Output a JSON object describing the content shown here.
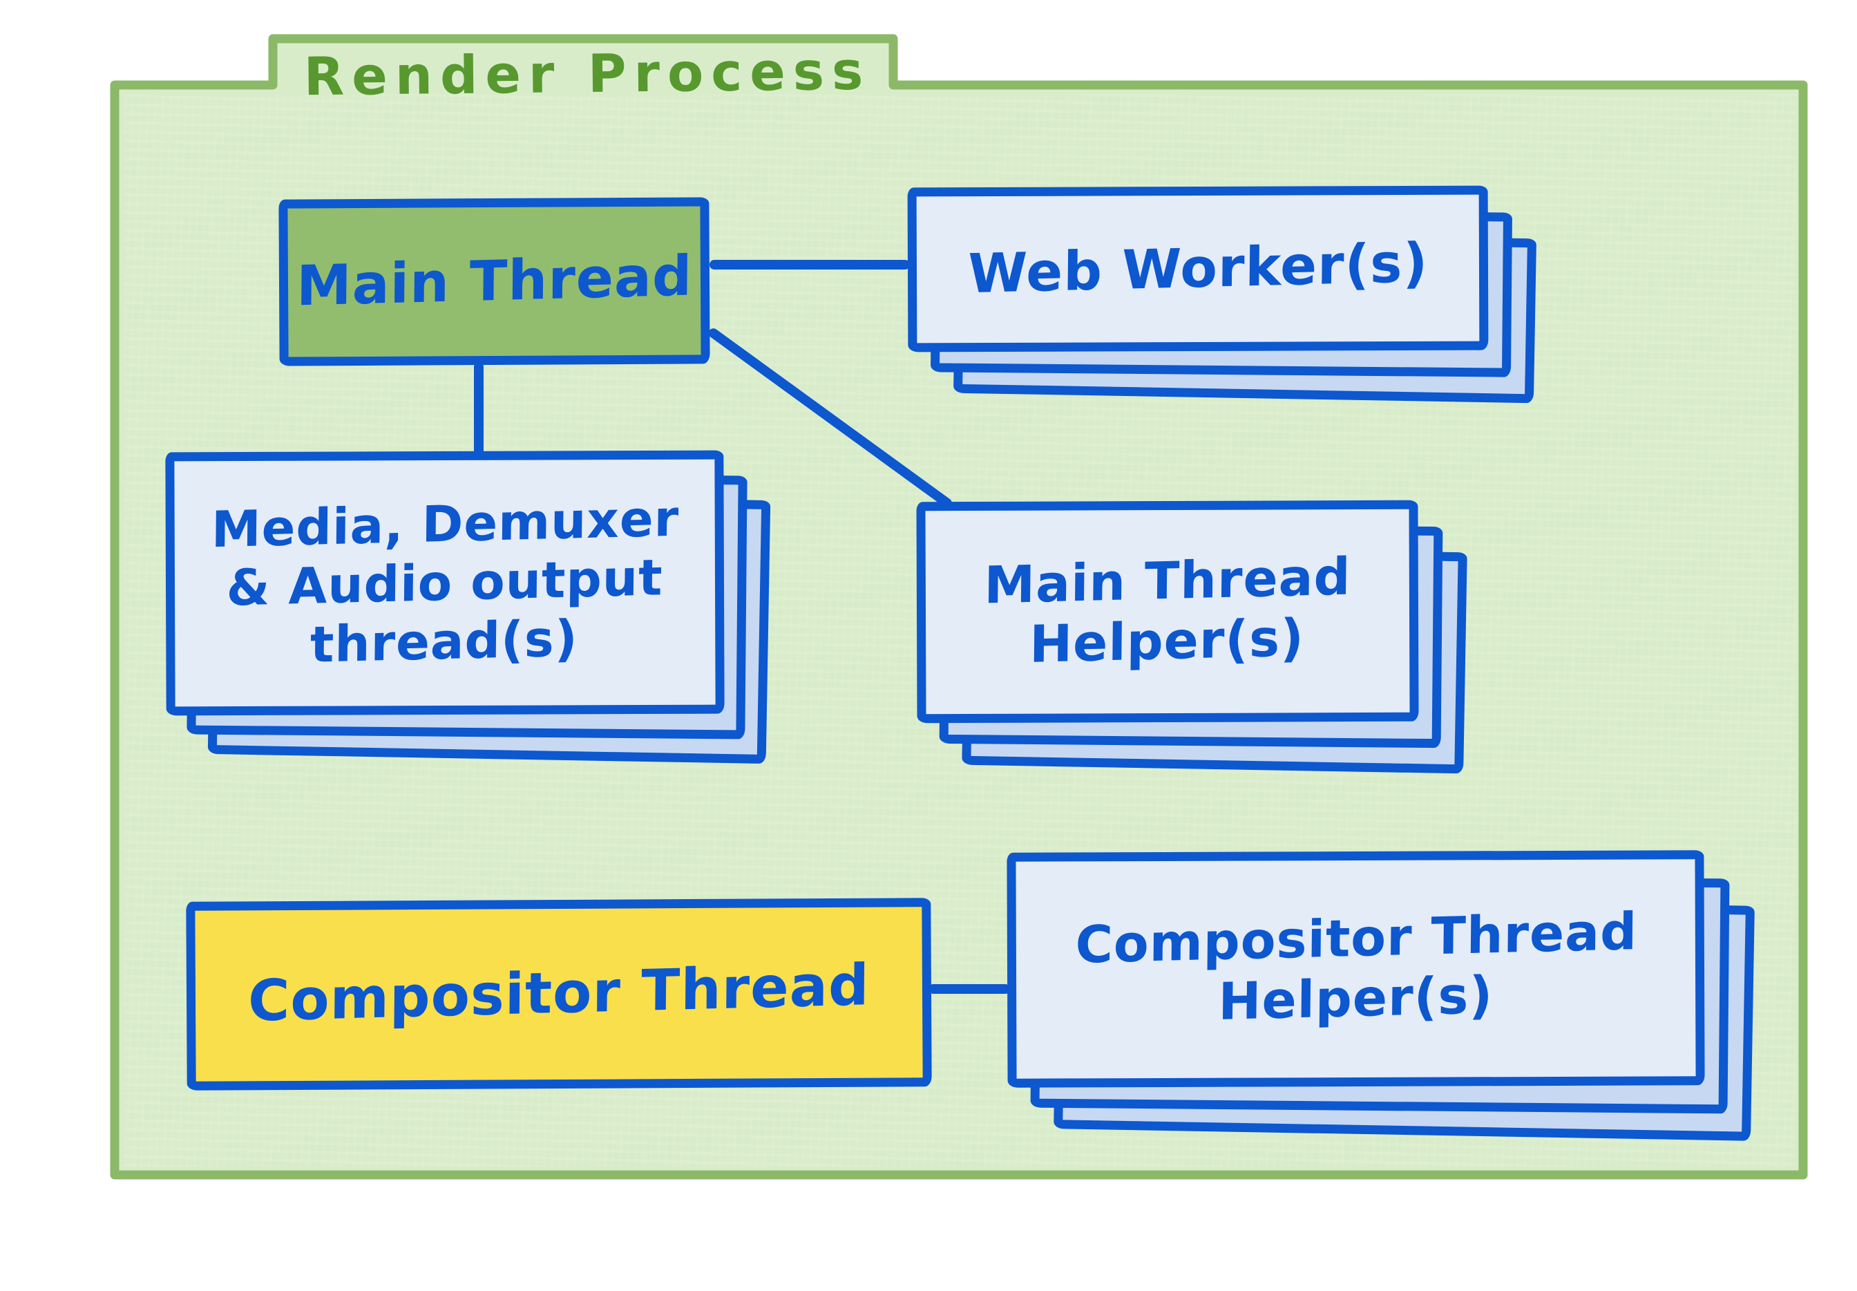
{
  "diagram": {
    "title": "Render Process",
    "nodes": {
      "main_thread": {
        "label": "Main Thread",
        "fill": "#92bd6e",
        "type": "single"
      },
      "web_workers": {
        "label": "Web Worker(s)",
        "fill": "#e4ecf8",
        "type": "stack"
      },
      "media_threads": {
        "label": "Media, Demuxer\n& Audio output\nthread(s)",
        "fill": "#e4ecf8",
        "type": "stack"
      },
      "main_thread_helpers": {
        "label": "Main Thread\nHelper(s)",
        "fill": "#e4ecf8",
        "type": "stack"
      },
      "compositor_thread": {
        "label": "Compositor Thread",
        "fill": "#f9df4c",
        "type": "single"
      },
      "compositor_thread_helpers": {
        "label": "Compositor Thread\nHelper(s)",
        "fill": "#e4ecf8",
        "type": "stack"
      }
    },
    "edges": [
      {
        "from": "main-thread",
        "to": "web-workers"
      },
      {
        "from": "main-thread",
        "to": "media-threads"
      },
      {
        "from": "main-thread",
        "to": "main-thread-helpers"
      },
      {
        "from": "compositor-thread",
        "to": "compositor-thread-helpers"
      }
    ],
    "colors": {
      "container_fill": "#d9ecca",
      "container_border": "#8cb968",
      "title_text": "#57992e",
      "node_border": "#0d57cf",
      "node_text": "#0d57cf",
      "card_front_fill": "#e4ecf8",
      "card_back_fill": "#c7d9f2",
      "main_thread_fill": "#92bd6e",
      "compositor_thread_fill": "#f9df4c"
    }
  }
}
